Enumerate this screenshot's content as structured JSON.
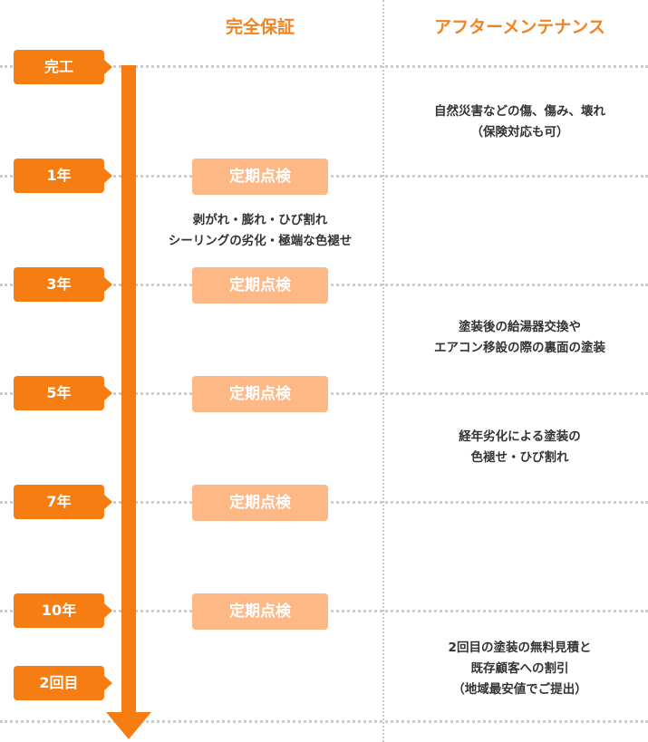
{
  "headers": {
    "warranty": "完全保証",
    "maintenance": "アフターメンテナンス"
  },
  "timeline": [
    {
      "label": "完工"
    },
    {
      "label": "1年",
      "inspection": "定期点検"
    },
    {
      "label": "3年",
      "inspection": "定期点検"
    },
    {
      "label": "5年",
      "inspection": "定期点検"
    },
    {
      "label": "7年",
      "inspection": "定期点検"
    },
    {
      "label": "10年",
      "inspection": "定期点検"
    },
    {
      "label": "2回目"
    }
  ],
  "warranty_notes": [
    {
      "lines": [
        "剥がれ・膨れ・ひび割れ",
        "シーリングの劣化・極端な色褪せ"
      ]
    }
  ],
  "maintenance_notes": [
    {
      "lines": [
        "自然災害などの傷、傷み、壊れ",
        "（保険対応も可）"
      ]
    },
    {
      "lines": [
        "塗装後の給湯器交換や",
        "エアコン移設の際の裏面の塗装"
      ]
    },
    {
      "lines": [
        "経年劣化による塗装の",
        "色褪せ・ひび割れ"
      ]
    },
    {
      "lines": [
        "2回目の塗装の無料見積と",
        "既存顧客への割引",
        "（地域最安値でご提出）"
      ]
    }
  ],
  "colors": {
    "accent": "#f57d12",
    "header_text": "#f28322",
    "inspection_pill": "#fdb886",
    "grid_dots": "#cccccc"
  }
}
